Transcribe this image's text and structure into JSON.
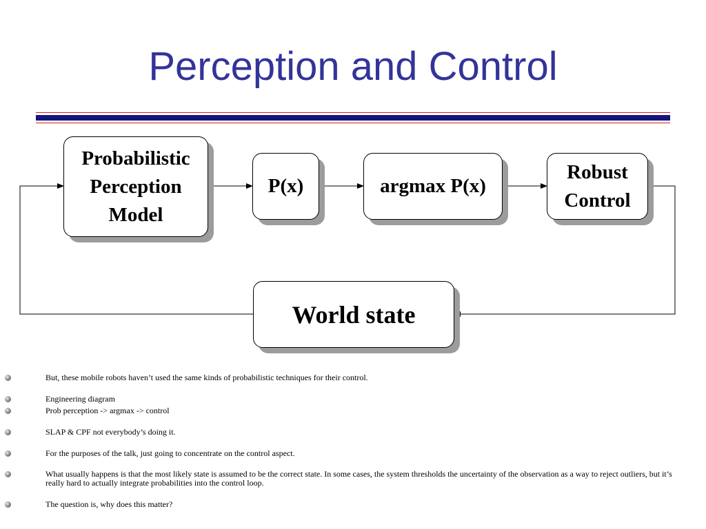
{
  "slide": {
    "title": "Perception and Control"
  },
  "diagram": {
    "nodes": {
      "perception_model": "Probabilistic\nPerception\nModel",
      "px": "P(x)",
      "argmax": "argmax P(x)",
      "robust_control": "Robust\nControl",
      "world_state": "World state"
    }
  },
  "bullets": [
    "But, these mobile robots haven’t used the same kinds of probabilistic techniques for their control.",
    "Engineering diagram",
    "Prob perception -> argmax -> control",
    "SLAP & CPF not everybody’s doing it.",
    "For the purposes of the talk, just going to concentrate on the control aspect.",
    "What usually happens is that the most likely state is assumed to be the correct state. In some cases, the system thresholds the uncertainty of the observation as a way to reject outliers, but it’s really hard to actually integrate probabilities into the control loop.",
    "The question is, why does this matter?"
  ],
  "colors": {
    "title": "#33339a",
    "rule_red": "#cc1f1f",
    "rule_blue": "#14147a"
  }
}
